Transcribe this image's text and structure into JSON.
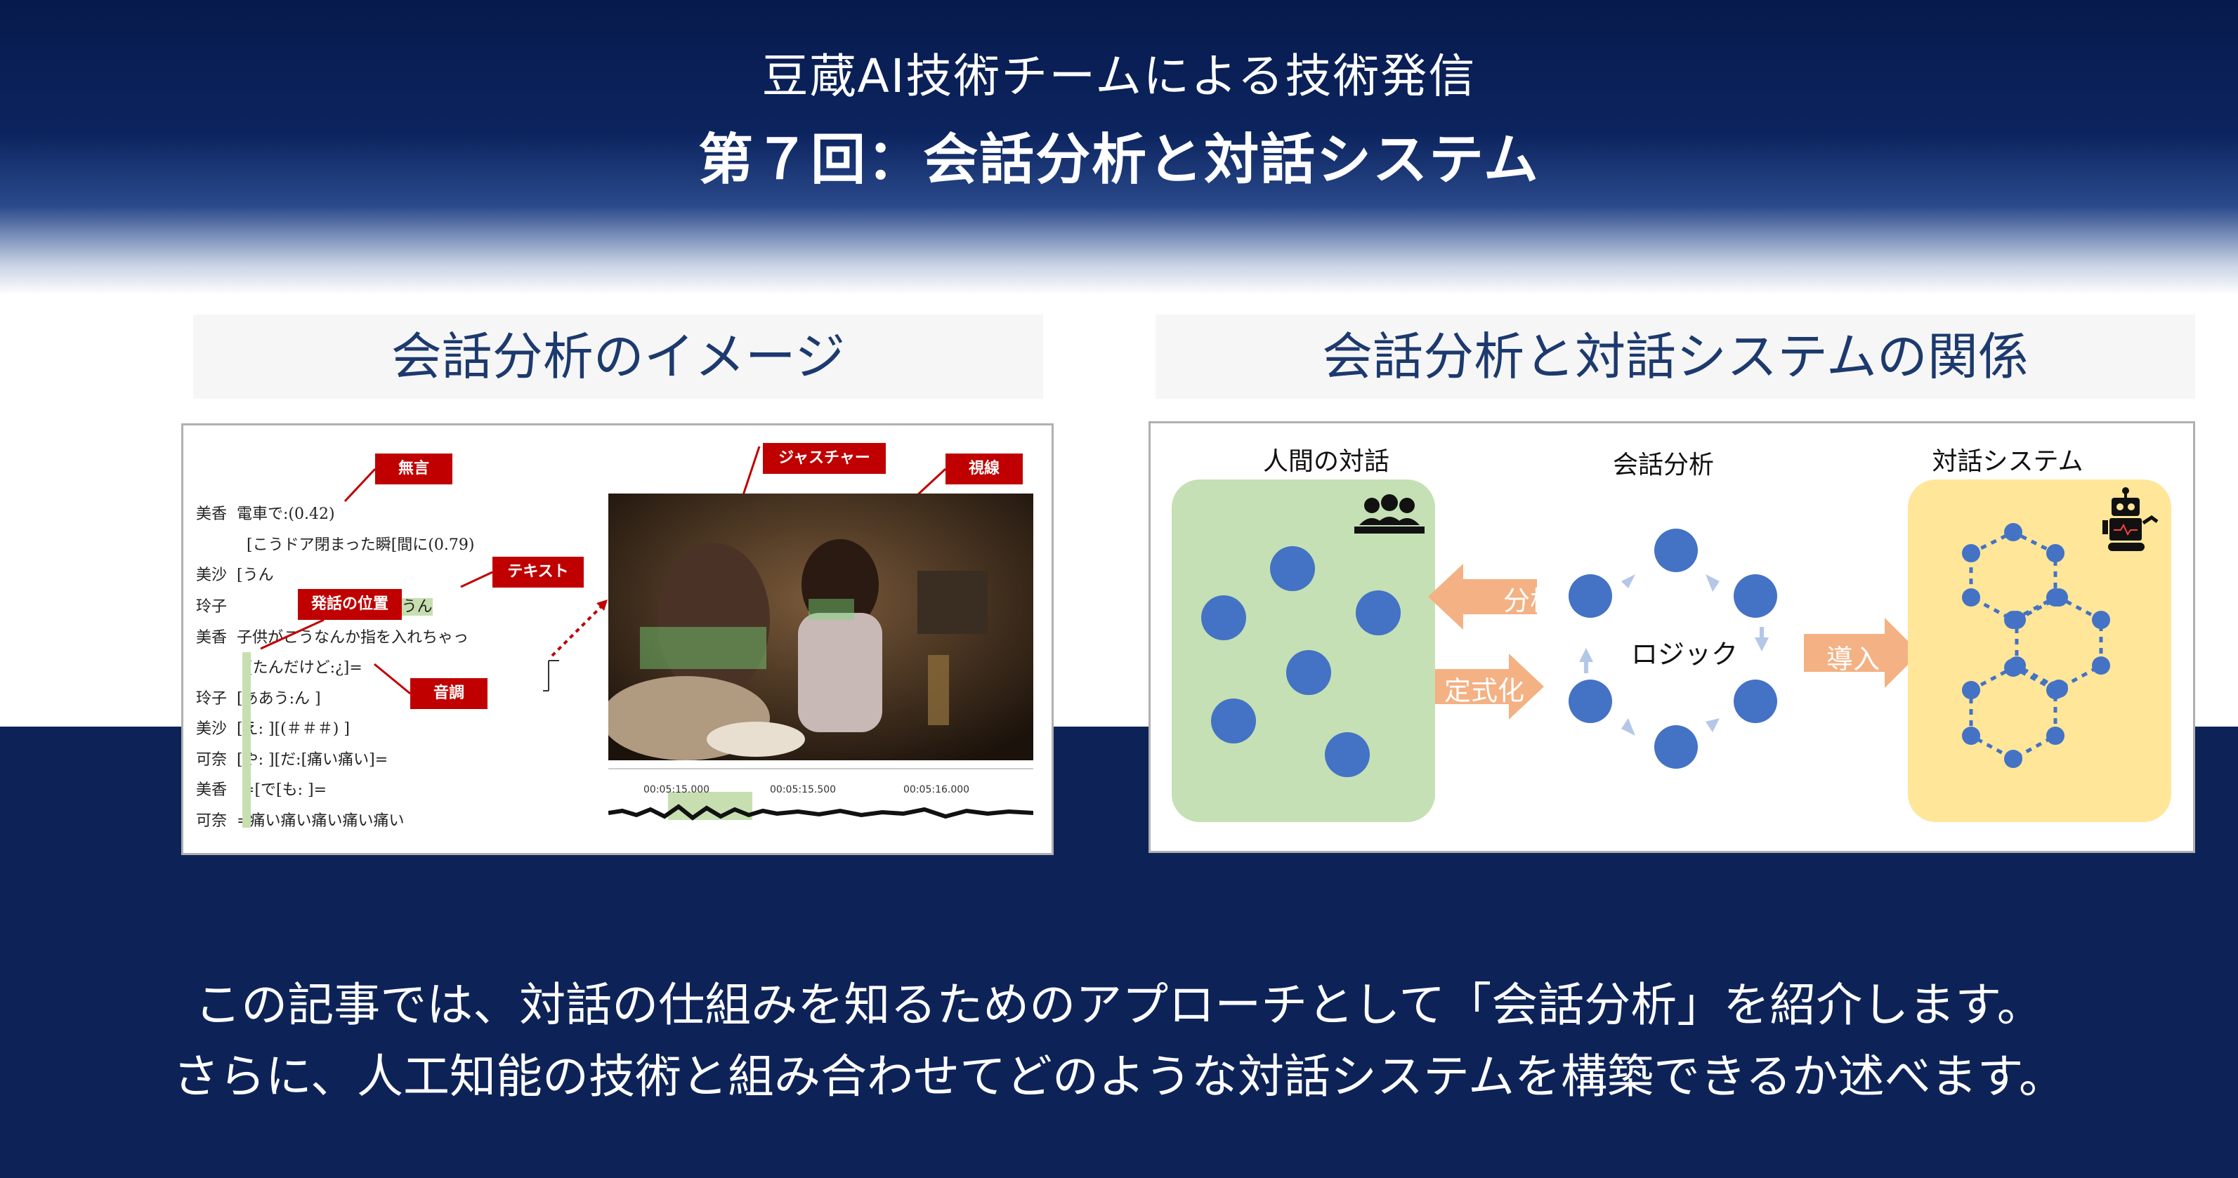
{
  "header": {
    "subtitle": "豆蔵AI技術チームによる技術発信",
    "title": "第７回：会話分析と対話システム"
  },
  "left_section": {
    "title": "会話分析のイメージ",
    "transcript": [
      {
        "speaker": "美香",
        "text": "電車で:(0.42)"
      },
      {
        "speaker": "",
        "text": "[こうドア閉まった瞬[間に(0.79)"
      },
      {
        "speaker": "美沙",
        "text": "[うん"
      },
      {
        "speaker": "玲子",
        "text": "[うん"
      },
      {
        "speaker": "美香",
        "text": "子供がこうなんか指を入れちゃっ"
      },
      {
        "speaker": "",
        "text": "[たんだけど:¿]="
      },
      {
        "speaker": "玲子",
        "text": "[ああう:ん     ]"
      },
      {
        "speaker": "美沙",
        "text": "[え:          ][(＃＃＃)    ]"
      },
      {
        "speaker": "可奈",
        "text": "[や:          ][だ:[痛い痛い]="
      },
      {
        "speaker": "美香",
        "text": "              =[で[も:       ]="
      },
      {
        "speaker": "可奈",
        "text": "=痛い痛い痛い痛い痛い"
      }
    ],
    "labels": {
      "silence": "無言",
      "position": "発話の位置",
      "text": "テキスト",
      "intonation": "音調",
      "gesture": "ジャスチャー",
      "gaze": "視線",
      "voice": "音声"
    },
    "timeline": [
      "00:05:15.000",
      "00:05:15.500",
      "00:05:16.000"
    ]
  },
  "right_section": {
    "title": "会話分析と対話システムの関係",
    "human_dialogue": "人間の対話",
    "conversation_analysis": "会話分析",
    "dialogue_system": "対話システム",
    "logic": "ロジック",
    "analysis_arrow": "分析",
    "formalize_arrow": "定式化",
    "introduce_arrow": "導入"
  },
  "colors": {
    "green_box": "#c5e0b4",
    "yellow_box": "#ffe699",
    "node_blue": "#4472c4",
    "arrow_orange": "#f4b183",
    "label_red": "#c00000"
  },
  "footer": {
    "line1": "この記事では、対話の仕組みを知るためのアプローチとして「会話分析」を紹介します。",
    "line2": "さらに、人工知能の技術と組み合わせてどのような対話システムを構築できるか述べます。"
  }
}
